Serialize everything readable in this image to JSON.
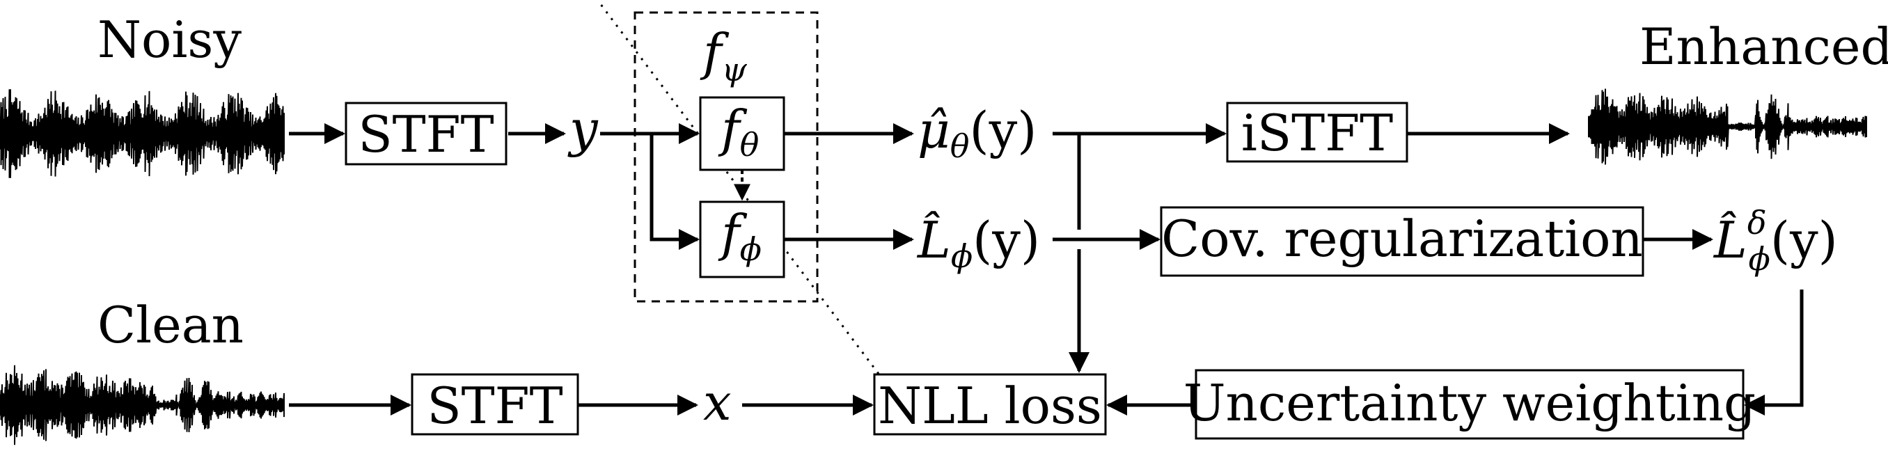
{
  "labels": {
    "noisy": "Noisy",
    "clean": "Clean",
    "enhanced": "Enhanced",
    "stft_noisy": "STFT",
    "stft_clean": "STFT",
    "istft": "iSTFT",
    "cov_reg": "Cov. regularization",
    "nll_loss": "NLL loss",
    "uncertainty": "Uncertainty weighting"
  },
  "symbols": {
    "y": "y",
    "x": "x",
    "f": "f",
    "psi": "ψ",
    "theta": "θ",
    "phi": "ϕ",
    "mu_hat_letter": "μ̂",
    "L_hat_letter": "L̂",
    "delta": "δ",
    "arg_y": "(y)"
  },
  "colors": {
    "ink": "#000000",
    "background": "#ffffff"
  }
}
